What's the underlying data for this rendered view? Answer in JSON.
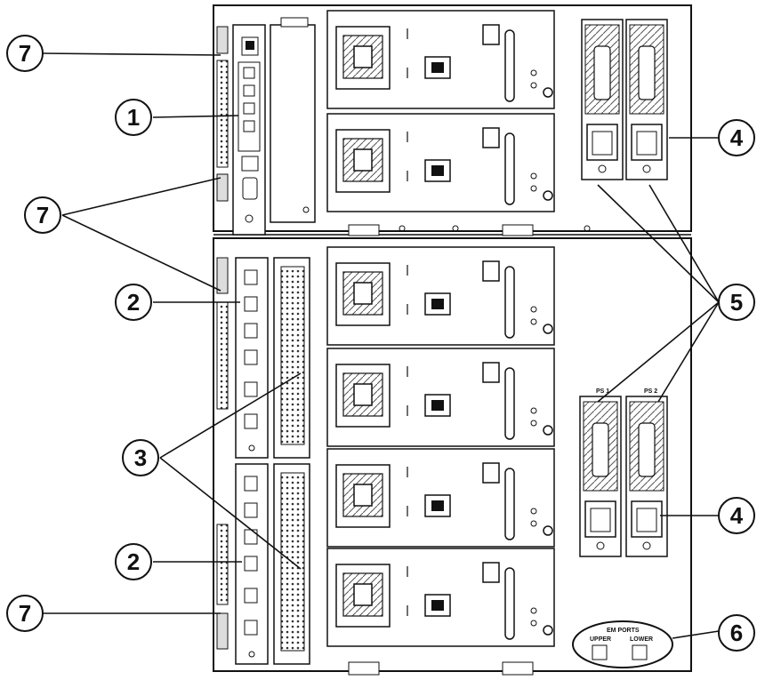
{
  "callouts": [
    {
      "id": "c7a",
      "label": "7"
    },
    {
      "id": "c1",
      "label": "1"
    },
    {
      "id": "c4a",
      "label": "4"
    },
    {
      "id": "c7b",
      "label": "7"
    },
    {
      "id": "c5",
      "label": "5"
    },
    {
      "id": "c2a",
      "label": "2"
    },
    {
      "id": "c3",
      "label": "3"
    },
    {
      "id": "c4b",
      "label": "4"
    },
    {
      "id": "c2b",
      "label": "2"
    },
    {
      "id": "c7c",
      "label": "7"
    },
    {
      "id": "c6",
      "label": "6"
    }
  ],
  "power_supply_labels": {
    "left": "PS 1",
    "right": "PS 2"
  },
  "em_ports": {
    "title": "EM PORTS",
    "upper": "UPPER",
    "lower": "LOWER"
  },
  "colors": {
    "line": "#111111",
    "fill": "#ffffff",
    "shade": "#bbbbbb"
  }
}
